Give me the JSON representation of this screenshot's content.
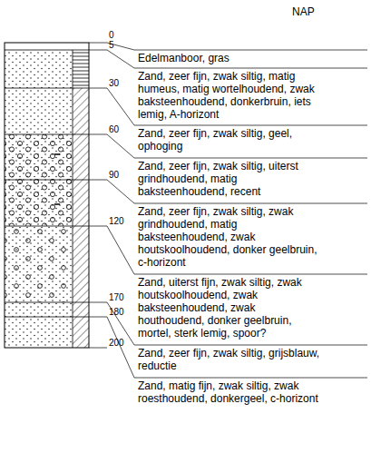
{
  "diagram": {
    "labels": [
      "NAP",
      "0",
      "5",
      "30",
      "60",
      "90",
      "120",
      "170",
      "180",
      "200",
      "Edelmanboor, gras",
      "Zand, zeer fijn, zwak siltig, matig humeus, matig wortelhoudend, zwak baksteenhoudend, donkerbruin, iets lemig, A-horizont",
      "Zand, zeer fijn, zwak siltig, geel, ophoging",
      "Zand, zeer fijn, zwak siltig, uiterst grindhoudend, matig baksteenhoudend, recent",
      "Zand, zeer fijn, zwak siltig, zwak grindhoudend, matig baksteenhoudend, zwak houtskoolhoudend, donker geelbruin, c-horizont",
      "Zand, uiterst fijn, zwak siltig, zwak houtskoolhoudend, zwak baksteenhoudend, zwak houthoudend, donker geelbruin, mortel, sterk lemig, spoor?",
      "Zand, zeer fijn, zwak siltig, grijsblauw, reductie",
      "Zand, matig fijn, zwak siltig, zwak roesthoudend, donkergeel, c-horizont"
    ]
  }
}
